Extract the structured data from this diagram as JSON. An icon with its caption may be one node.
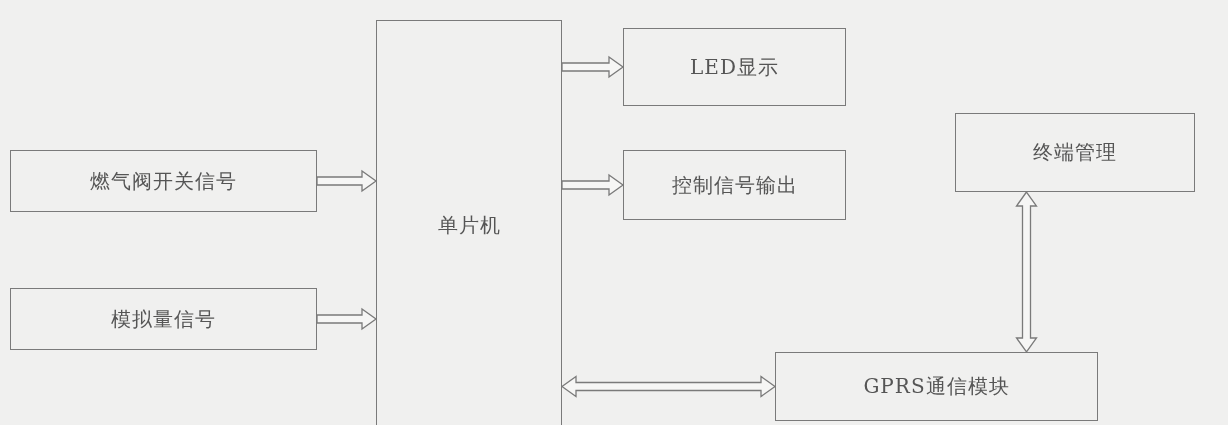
{
  "diagram": {
    "nodes": [
      {
        "text": [
          "燃气阀开关信号"
        ]
      },
      {
        "text": [
          "模拟量信号"
        ]
      },
      {
        "text": [
          "单片机"
        ]
      },
      {
        "text": [
          "LED显示"
        ]
      },
      {
        "text": [
          "控制信号输出"
        ]
      },
      {
        "text": [
          "终端管理"
        ]
      },
      {
        "text": [
          "GPRS通信模块"
        ]
      }
    ],
    "edges": [
      {
        "from": 0,
        "to": 2,
        "arrow": "to"
      },
      {
        "from": 1,
        "to": 2,
        "arrow": "to"
      },
      {
        "from": 2,
        "to": 3,
        "arrow": "to"
      },
      {
        "from": 2,
        "to": 4,
        "arrow": "to"
      },
      {
        "from": 2,
        "to": 6,
        "arrow": "both"
      },
      {
        "from": 5,
        "to": 6,
        "arrow": "both"
      }
    ]
  }
}
